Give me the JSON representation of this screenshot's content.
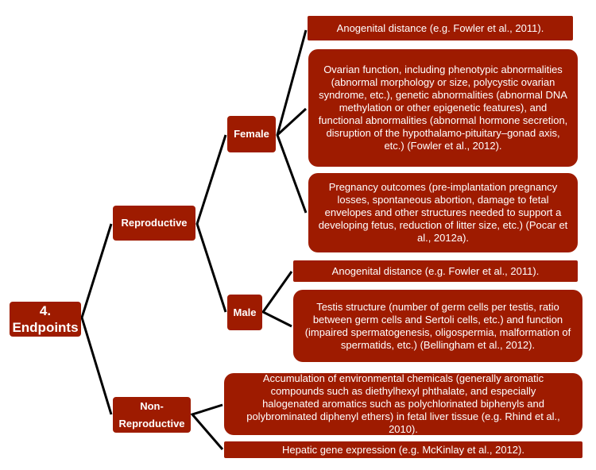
{
  "root": {
    "label": "4. Endpoints"
  },
  "branches": {
    "reproductive": {
      "label": "Reproductive"
    },
    "non_reproductive": {
      "label": "Non-Reproductive"
    },
    "female": {
      "label": "Female"
    },
    "male": {
      "label": "Male"
    }
  },
  "female_items": [
    "Anogenital distance (e.g. Fowler et al., 2011).",
    "Ovarian function, including phenotypic abnormalities (abnormal morphology or size, polycystic ovarian syndrome, etc.), genetic abnormalities (abnormal DNA methylation or other epigenetic features), and functional abnormalities (abnormal hormone secretion, disruption of the hypothalamo-pituitary–gonad axis, etc.) (Fowler et al., 2012).",
    "Pregnancy outcomes (pre-implantation pregnancy losses, spontaneous abortion, damage to fetal envelopes and other structures needed to support a developing fetus, reduction of litter size, etc.) (Pocar et al., 2012a)."
  ],
  "male_items": [
    "Anogenital distance (e.g. Fowler et al., 2011).",
    "Testis structure (number of germ cells per testis, ratio between germ cells and Sertoli cells, etc.) and function (impaired spermatogenesis, oligospermia, malformation of spermatids, etc.) (Bellingham et al., 2012)."
  ],
  "non_reproductive_items": [
    "Accumulation of environmental chemicals (generally aromatic compounds such as diethylhexyl phthalate, and especially halogenated aromatics such as polychlorinated biphenyls and polybrominated diphenyl ethers) in fetal liver tissue (e.g. Rhind et al., 2010).",
    "Hepatic gene expression (e.g. McKinlay et al., 2012)."
  ],
  "colors": {
    "box": "#9e1b00",
    "text": "#ffffff",
    "connector": "#000000"
  }
}
